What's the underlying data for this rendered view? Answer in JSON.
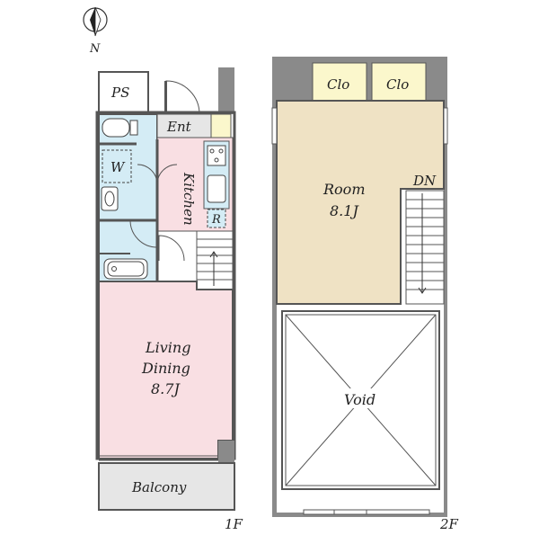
{
  "compass": {
    "north_label": "N"
  },
  "floor1": {
    "label": "1F",
    "rooms": {
      "ps": "PS",
      "entrance": "Ent",
      "washer": "W",
      "kitchen": "Kitchen",
      "fridge": "R",
      "stairs_up": "UP",
      "living_line1": "Living",
      "living_line2": "Dining",
      "living_area": "8.7J",
      "balcony": "Balcony"
    }
  },
  "floor2": {
    "label": "2F",
    "rooms": {
      "closet_left": "Clo",
      "closet_right": "Clo",
      "room": "Room",
      "room_area": "8.1J",
      "stairs_down": "DN",
      "void": "Void"
    }
  },
  "colors": {
    "wall": "#8a8a8a",
    "living": "#f9dfe3",
    "kitchen": "#f9dfe3",
    "wet_area": "#d4ecf5",
    "room": "#efe2c4",
    "closet": "#fbf7cc",
    "balcony": "#e6e6e6",
    "entrance": "#e6e6e6"
  }
}
